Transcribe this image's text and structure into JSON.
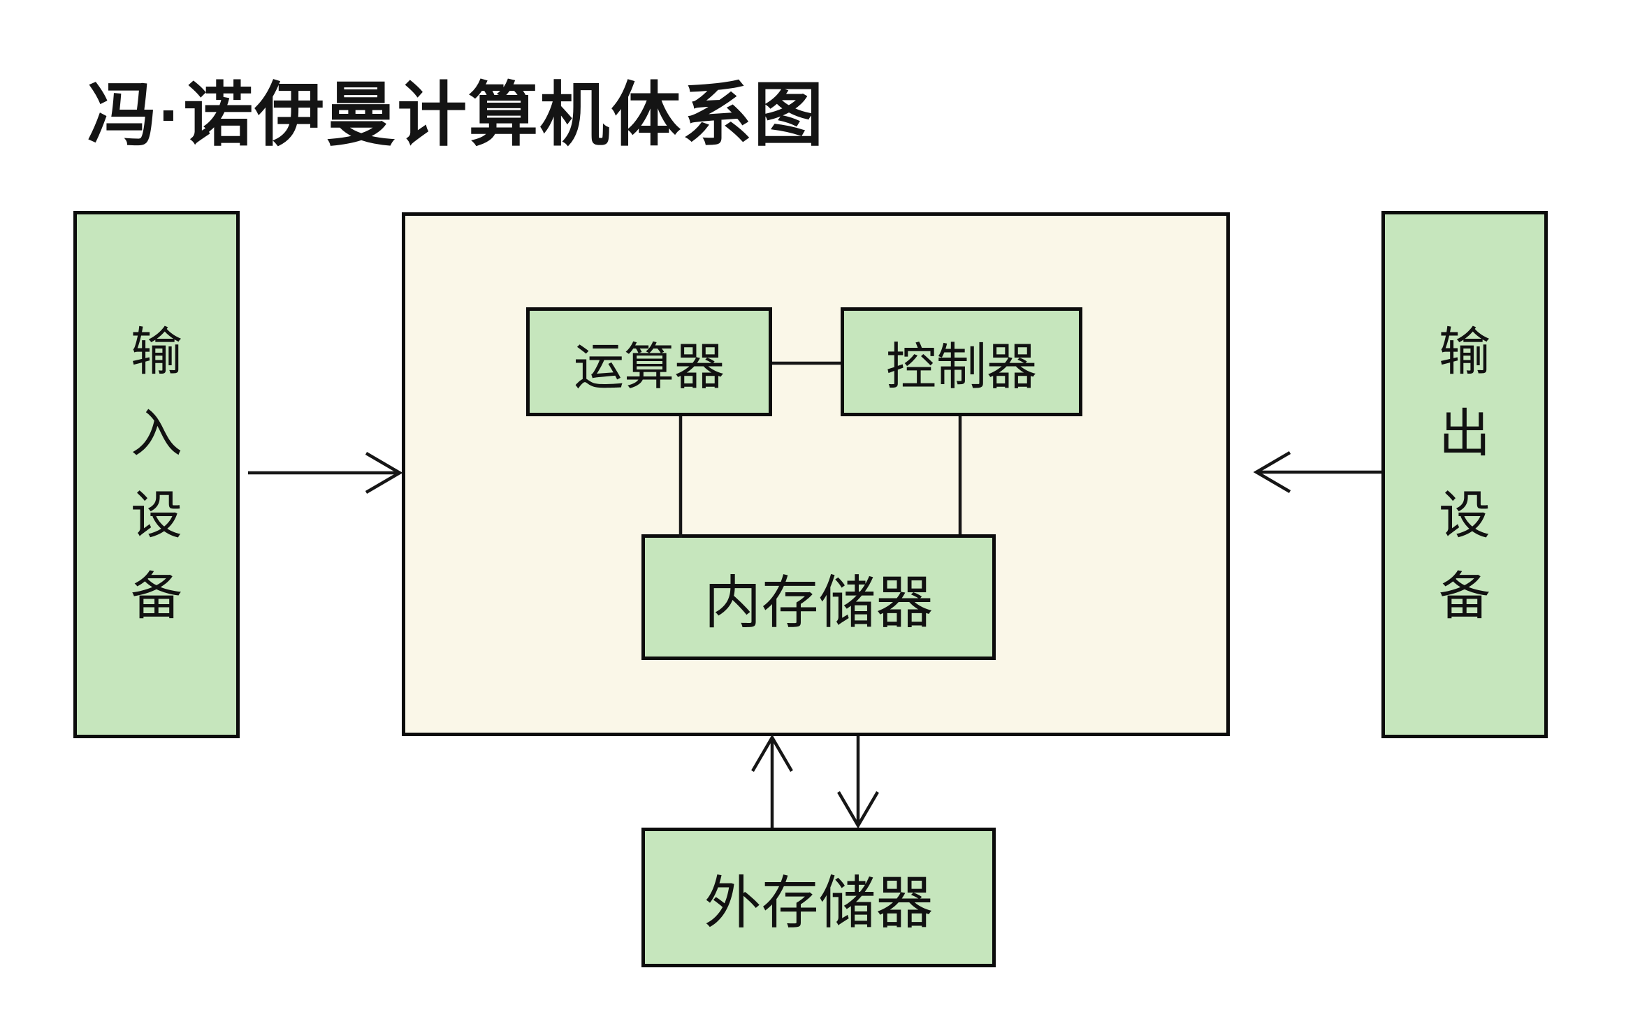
{
  "title": "冯·诺伊曼计算机体系图",
  "colors": {
    "node_fill": "#c6e6bd",
    "host_fill": "#faf7e8",
    "border": "#0c0c0c",
    "text": "#141414",
    "background": "#ffffff"
  },
  "nodes": {
    "input_device": {
      "label": "输入设备"
    },
    "output_device": {
      "label": "输出设备"
    },
    "alu": {
      "label": "运算器"
    },
    "controller": {
      "label": "控制器"
    },
    "memory": {
      "label": "内存储器"
    },
    "external_storage": {
      "label": "外存储器"
    }
  },
  "edges": [
    {
      "from": "input_device",
      "to": "host_unit",
      "arrow": "to"
    },
    {
      "from": "output_device",
      "to": "host_unit",
      "arrow": "to"
    },
    {
      "from": "alu",
      "to": "controller",
      "arrow": "none"
    },
    {
      "from": "alu",
      "to": "memory",
      "arrow": "none"
    },
    {
      "from": "controller",
      "to": "memory",
      "arrow": "none"
    },
    {
      "from": "external_storage",
      "to": "host_unit",
      "arrow": "to"
    },
    {
      "from": "host_unit",
      "to": "external_storage",
      "arrow": "to"
    }
  ]
}
